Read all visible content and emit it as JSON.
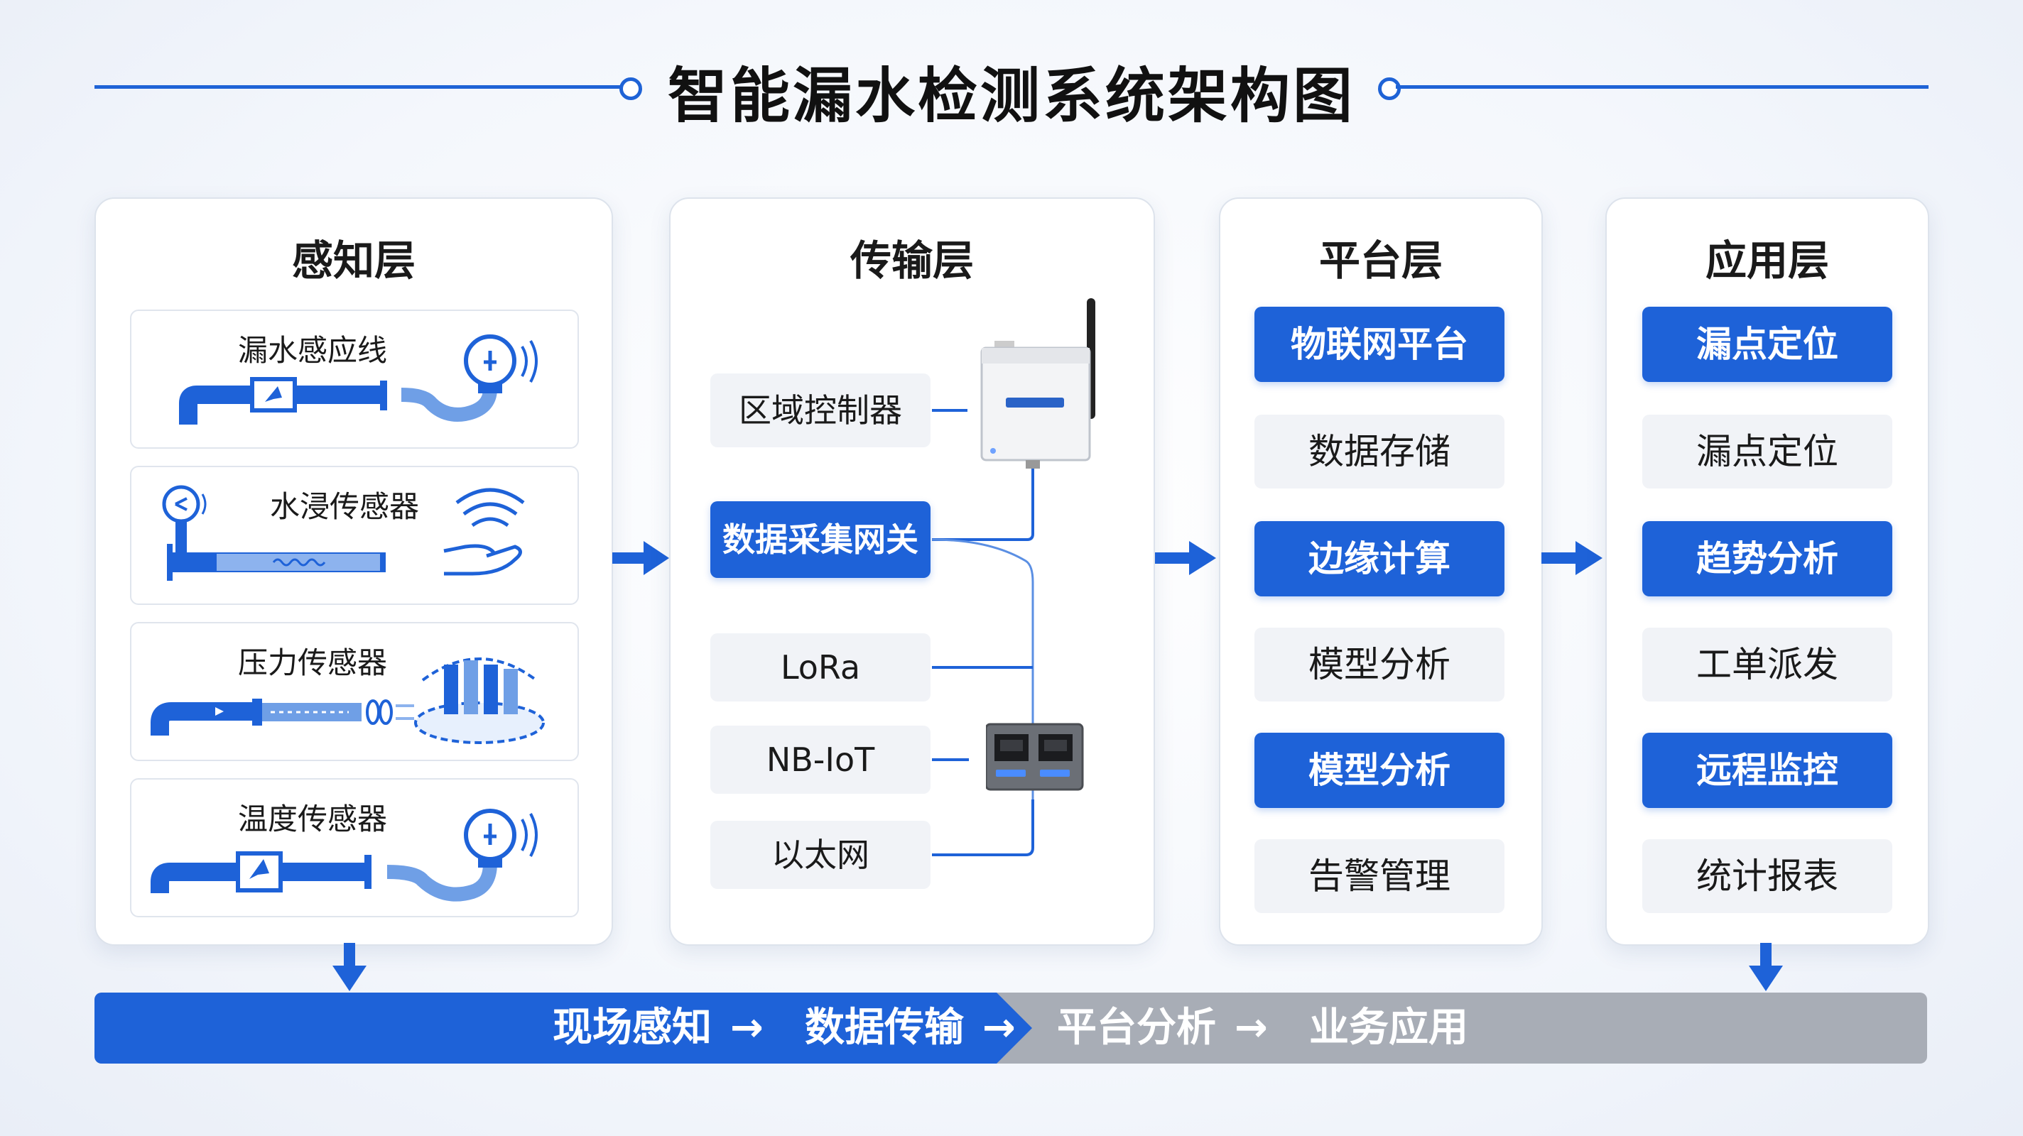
{
  "title": "智能漏水检测系统架构图",
  "layers": {
    "perception": {
      "title": "感知层",
      "sensors": [
        "漏水感应线",
        "水浸传感器",
        "压力传感器",
        "温度传感器"
      ]
    },
    "transport": {
      "title": "传输层",
      "items": [
        "区域控制器",
        "数据采集网关",
        "LoRa",
        "NB-IoT",
        "以太网"
      ]
    },
    "platform": {
      "title": "平台层",
      "items": [
        "物联网平台",
        "数据存储",
        "边缘计算",
        "模型分析",
        "模型分析",
        "告警管理"
      ]
    },
    "application": {
      "title": "应用层",
      "items": [
        "漏点定位",
        "漏点定位",
        "趋势分析",
        "工单派发",
        "远程监控",
        "统计报表"
      ]
    }
  },
  "flow": {
    "steps": [
      "现场感知",
      "数据传输",
      "平台分析",
      "业务应用"
    ],
    "separator": "→"
  },
  "colors": {
    "accent": "#1e62d8",
    "grey_bar": "#a8adb6",
    "pill_grey": "#f1f3f7"
  },
  "icons": [
    "pipe-icon",
    "valve-icon",
    "hand-wave-icon",
    "pressure-gauge-icon",
    "controller-box-icon",
    "antenna-icon",
    "ethernet-switch-icon",
    "arrow-right-icon",
    "arrow-down-icon"
  ]
}
